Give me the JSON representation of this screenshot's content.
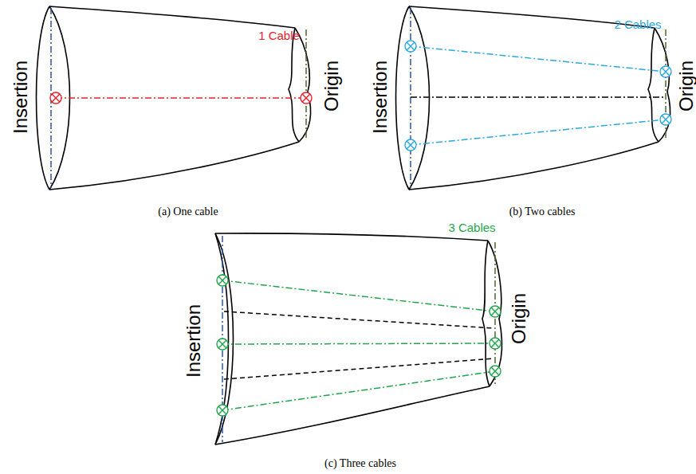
{
  "diagram": {
    "labels": [
      "1 Cable",
      "Insertion",
      "Origin",
      "(a) One cable",
      "2 Cables",
      "Insertion",
      "Origin",
      "(b) Two cables",
      "3 Cables",
      "Insertion",
      "Origin",
      "(c) Three cables"
    ]
  }
}
